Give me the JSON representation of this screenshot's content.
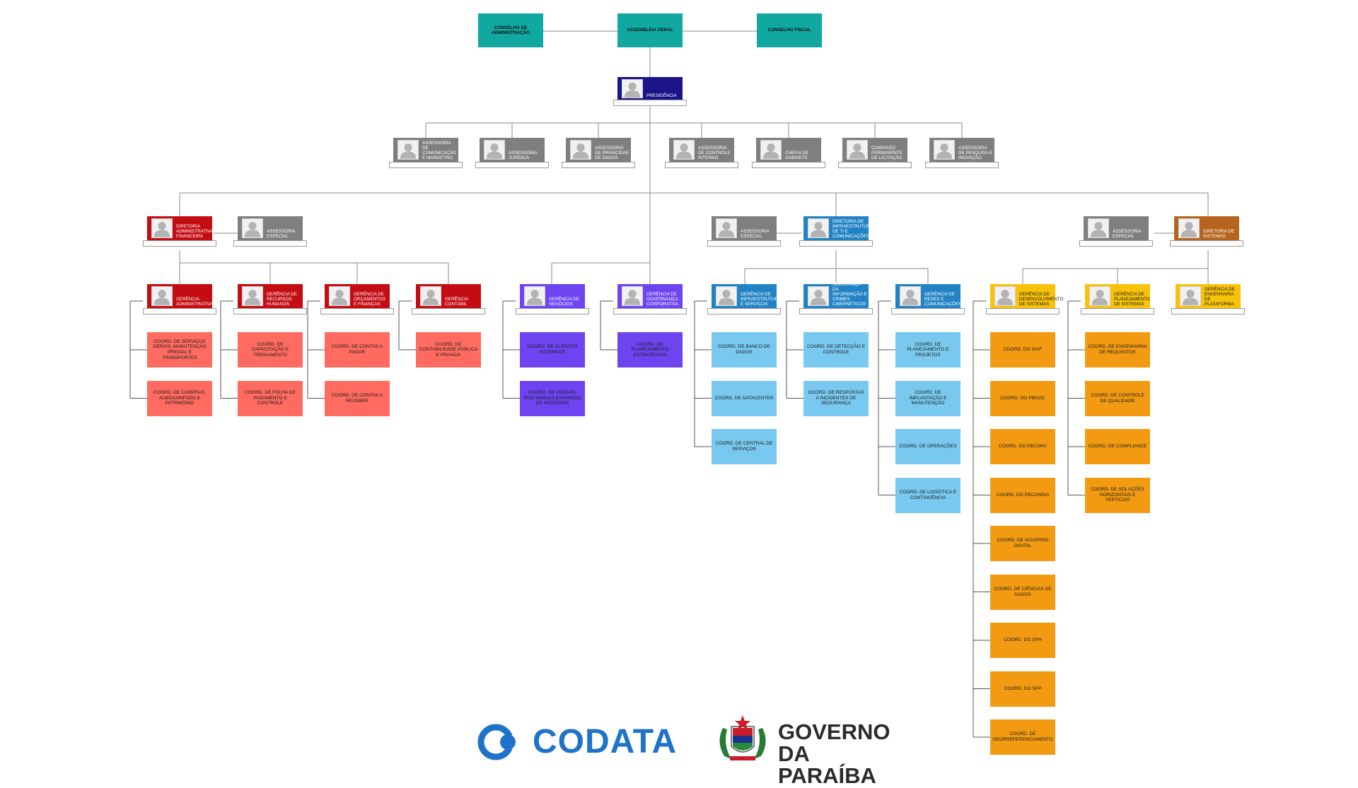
{
  "colors": {
    "teal": "#12a8a2",
    "navy": "#1b1388",
    "gray": "#7f7f7f",
    "red_dark": "#c30d13",
    "red_light": "#ff6b60",
    "purple": "#6d44f0",
    "blue": "#2183c5",
    "light_blue": "#78c8ef",
    "brown": "#b5651d",
    "yellow": "#f8c20b",
    "orange": "#f29b12",
    "codata_blue": "#1f72c9"
  },
  "top": {
    "left": "CONSELHO DE ADMINISTRAÇÃO",
    "center": "ASSEMBLEIA GERAL",
    "right": "CONSELHO FISCAL"
  },
  "presidency": "PRESIDÊNCIA",
  "advisories": [
    "ASSESSORIA DE COMUNICAÇÃO E MARKETING",
    "ASSESSORIA JURÍDICA",
    "ASSESSORIA DE PRIVACIDAE DE DADOS",
    "ASSESSORIA DE CONTROLE INTERNO",
    "CHEFIA DE GABINETE",
    "COMISSÃO PERMANENTE DE LICITAÇÃO",
    "ASSESSORIA DE PESQUISA E INOVAÇÃO"
  ],
  "directorates": {
    "admin": {
      "title": "DIRETORIA ADMINISTRATIVA FINANCEIRA",
      "advisor": "ASSESSORIA ESPECIAL"
    },
    "infra": {
      "title": "DIRETORIA DE INFRAESTRUTURA DE TI E COMUNICAÇÕES",
      "advisor": "ASSESSORIA ESPECIAL"
    },
    "systems": {
      "title": "DIRETORIA DE SISTEMAS",
      "advisor": "ASSESSORIA ESPECIAL"
    }
  },
  "managements": {
    "adm": "GERÊNCIA ADMINISTRATIVA",
    "rh": "GERÊNCIA DE RECURSOS HUMANOS",
    "fin": "GERÊNCIA DE ORÇAMENTOS E FINANÇAS",
    "cont": "GERÊNCIA CONTÁBIL",
    "neg": "GERÊNCIA DE NEGÓCIOS",
    "gov": "GERÊNCIA DE GOVERNANÇA CORPORATIVA",
    "infra": "GERÊNCIA DE INFRAESTRUTURA E SERVIÇOS",
    "seg": "GERÊNCIA DE SEGURANÇA DA INFORMAÇÃO E CRIMES CIBERNÉTICOS",
    "redes": "GERÊNCIA DE REDES E COMUNICAÇÕES",
    "dev": "GERÊNCIA DE DESENVOLVIMENTO DE SISTEMAS",
    "plan": "GERÊNCIA DE PLANEJAMENTO DE SISTEMAS",
    "plat": "GERÊNCIA DE ENGENHARIA DE PLATAFORMA"
  },
  "coords": {
    "adm": [
      "COORD. DE SERVIÇOS GERAIS, MANUTENÇÃO PREDIAL E TRANSPORTES",
      "COORD. DE COMPRAS, ALMOXARIFADO E PATRIMÔNIO"
    ],
    "rh": [
      "COORD. DE CAPACITAÇÃO E TREINAMENTO",
      "COORD. DE FOLHA DE PAGAMENTO E CONTROLE"
    ],
    "fin": [
      "COORD. DE CONTAS A PAGAR",
      "COORD. DE CONTAS A RECEBER"
    ],
    "cont": [
      "COORD. DE CONTABILIDADE PÚBLICA E PRIVADA"
    ],
    "neg": [
      "COORD. DE CLIENTES EXTERNOS",
      "COORD. DE VENDAS, PÓS-VENDAS EXPANSÃO DE NEGÓCIOS"
    ],
    "gov": [
      "COORD. DE PLANEJAMENTO ESTRATÉGICO"
    ],
    "infra": [
      "COORD. DE BANCO DE DADOS",
      "COORD. DE DATACENTER",
      "COORD. DE CENTRAL DE SERVIÇOS"
    ],
    "seg": [
      "COORD. DE DETECÇÃO E CONTROLE",
      "COORD. DE RESPOSTAS A INCIDENTES DE SEGURANÇA"
    ],
    "redes": [
      "COORD. DE PLANEJAMENTO E PROJETOS",
      "COORD. DE IMPLANTAÇÃO E MANUTENÇÃO",
      "COORD. DE OPERAÇÕES",
      "COORD. DE LOGÍSTICA E CONTINGÊNCIA"
    ],
    "dev": [
      "COORD. DO SIAF",
      "COORD. DO PBDOC",
      "COORD. DO PBCONV",
      "COORD. DO PBCONSIG",
      "COORD. DE GOVERNO DIGITAL",
      "COORD. DE CIÊNCIAS DE DADOS",
      "COORD. DO SPH",
      "COORD. DO SPP",
      "COORD. DE GEORREFERENCIAMENTO"
    ],
    "plan": [
      "COORD. DE ENGENHARIA DE REQUISITOS",
      "COORD. DE CONTROLE DE QUALIDADE",
      "COORD. DE COMPLIANCE",
      "COORD. DE SOLUÇÕES HORIZONTAIS E VERTICAIS"
    ]
  },
  "logos": {
    "codata": "CODATA",
    "gov_line1": "GOVERNO",
    "gov_line2": "DA PARAÍBA"
  }
}
